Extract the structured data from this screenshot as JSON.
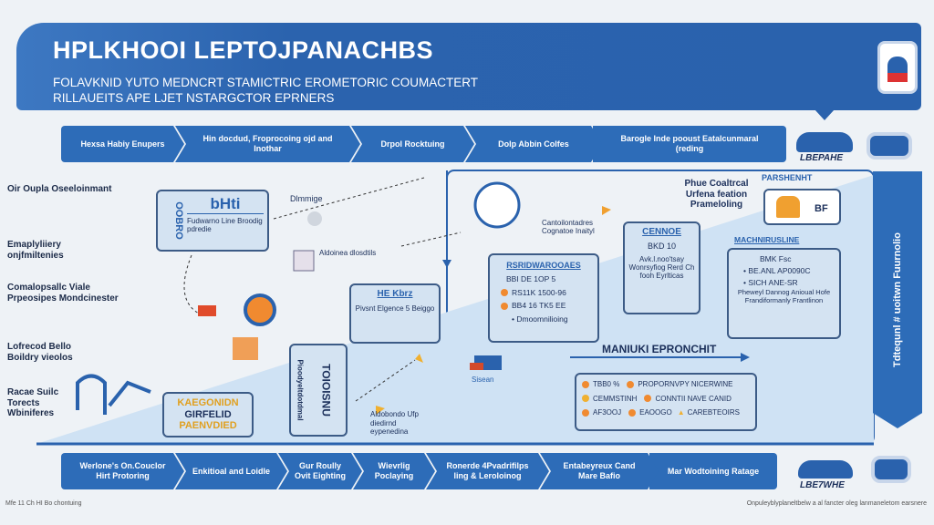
{
  "header": {
    "title": "HPLKHOOI LEPTOJPANACHBS",
    "subtitle_line1": "FOLAVKNID YUTO MEDNCRT STAMICTRIC EROMETORIC COUMACTERT",
    "subtitle_line2": "RILLAUEITS APE LJET NSTARGCTOR EPRNERS"
  },
  "top_steps": [
    "Hexsa Habiy Enupers",
    "Hin docdud, Froprocoing ojd and Inothar",
    "Drpol Rocktuing",
    "Dolp Abbin Colfes",
    "Barogle Inde pooust Eatalcunmaral (reding"
  ],
  "bottom_steps": [
    "Werlone's On.Couclor Hirt Protoring",
    "Enkitioal and Loidle",
    "Gur Roully Ovit Eighting",
    "Wievrlig Poclaying",
    "Ronerde 4Pvadrifilps ling & Leroloinog",
    "Entabeyreux Cand Mare Bafio",
    "Mar Wodtoining Ratage"
  ],
  "left_labels": [
    "Oir Oupla Oseeloinmant",
    "Emaplyliiery onjfmiltenies",
    "Comalopsallc Viale Prpeosipes Mondcinester",
    "Lofrecod Bello Boildry vieolos",
    "Racae Suilc Torects Wbiniferes"
  ],
  "icon_captions": {
    "right_top": "LBEPAHE",
    "right_bottom": "LBE7WHE",
    "drming": "Dlmmige",
    "cube": "Aldoinea dlosdtils",
    "small_machine": "Sisean"
  },
  "cards": {
    "phtri": {
      "title": "bHti",
      "side": "OOBRO",
      "text": "Fudwarno Line Broodig pdredie"
    },
    "mid": {
      "title": "HE Kbrz",
      "text": "Pivsnt Elgence 5 Beiggo"
    },
    "vertical": {
      "title": "TOIOISNU",
      "text": "Pioodyeltdotdmal"
    },
    "kaeb": {
      "l1": "KAEGONIDN",
      "l2": "GIRFELID",
      "l3": "PAENVDIED"
    },
    "rerto": {
      "title": "RSRIDWAROOAES",
      "items": [
        "BBI DE 1OP 5",
        "RS11K 1500-96",
        "BB4 16 TK5 EE",
        "Dmoomnilioing"
      ]
    },
    "cennoe": {
      "title": "CENNOE",
      "l1": "BKD 10",
      "text": "Avk.l.noo'tsay Wonrsyfiog Rerd Ch fooh Eyrlticas"
    },
    "mach": {
      "title": "MACHNIRUSLINE",
      "l1": "BMK Fsc",
      "items": [
        "BE.ANL AP0090C",
        "SICH ANE-SR"
      ],
      "text": "Pheweyl Dannog Anioual Hofe Frandiformanly Frantlinon"
    },
    "pars": {
      "title": "PARSHENHT",
      "code": "BF"
    }
  },
  "notes": {
    "phase": "Phue Coaltrcal Urfena feation Prameloling",
    "cantal": "Cantoilontadres Cognatoe Inaityl",
    "star": "Aldobondo Ufp diedirnd eypenedina",
    "manu": "MANIUKI EPRONCHIT"
  },
  "legend": [
    [
      "TBB0 %",
      "PROPORNVPY NICERWINE"
    ],
    [
      "CEMMSTINH",
      "CONNTII NAVE CANID"
    ],
    [
      "AF3OOJ",
      "EAOOGO",
      "CAREBTEOIRS"
    ]
  ],
  "vertical_bar": "Tdtequnl # uoitwn Fuurnolio",
  "footer": {
    "left": "Mfe 11 Ch HI Bo chontuing",
    "right": "Onpuleyblyplaneltbelw a al fancter oleg lanmaneletom earsnere"
  },
  "colors": {
    "primary": "#2d6cb8",
    "accent": "#f08a30",
    "panel": "#d4e3f2"
  }
}
